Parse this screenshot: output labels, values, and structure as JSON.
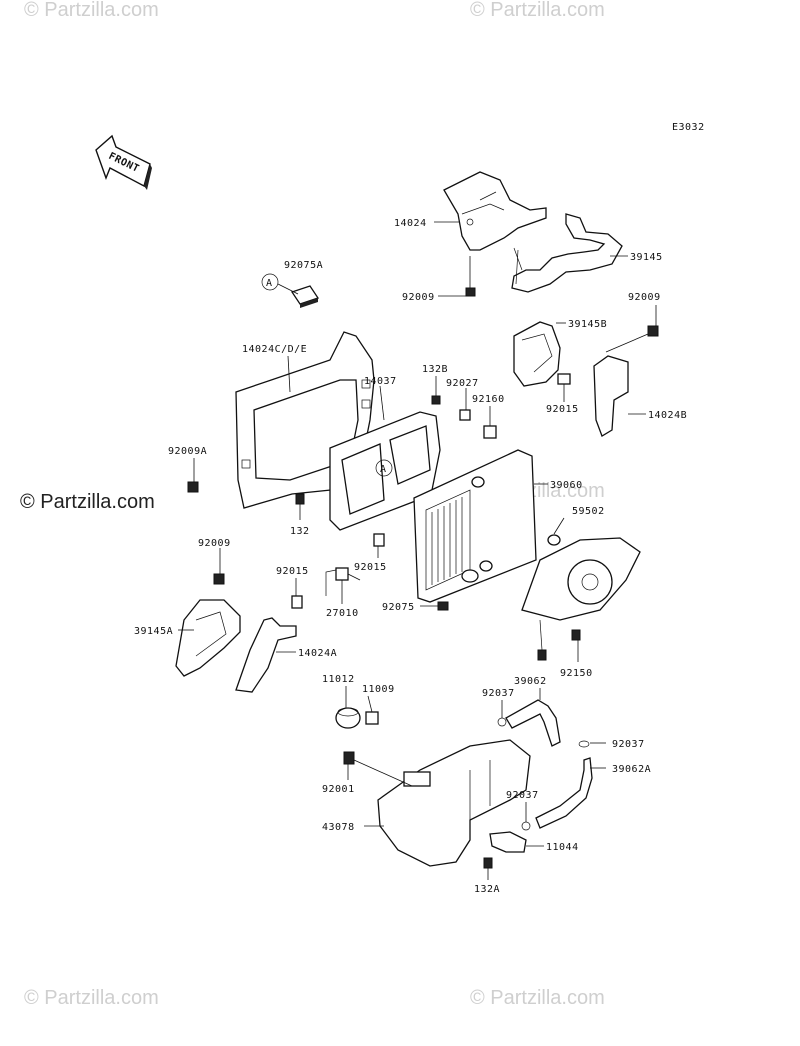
{
  "diagram_code": "E3032",
  "front_label": "FRONT",
  "watermark": {
    "text": "© Partzilla.com"
  },
  "callout_a": "A",
  "parts": {
    "p14024": "14024",
    "p39145": "39145",
    "p92009_top": "92009",
    "p92075A": "92075A",
    "p92009_right": "92009",
    "p39145B": "39145B",
    "p14024CDE": "14024C/D/E",
    "p132B": "132B",
    "p14037": "14037",
    "p92027": "92027",
    "p92015_right": "92015",
    "p92160": "92160",
    "p14024B": "14024B",
    "p92009A": "92009A",
    "p39060": "39060",
    "p132": "132",
    "p59502": "59502",
    "p92015_mid": "92015",
    "p92009_left": "92009",
    "p92015_left": "92015",
    "p27010": "27010",
    "p92075": "92075",
    "p39145A": "39145A",
    "p14024A": "14024A",
    "p92150": "92150",
    "p11012": "11012",
    "p11009": "11009",
    "p39062": "39062",
    "p92037_a": "92037",
    "p92037_b": "92037",
    "p39062A": "39062A",
    "p92001": "92001",
    "p92037_c": "92037",
    "p43078": "43078",
    "p11044": "11044",
    "p132A": "132A"
  }
}
